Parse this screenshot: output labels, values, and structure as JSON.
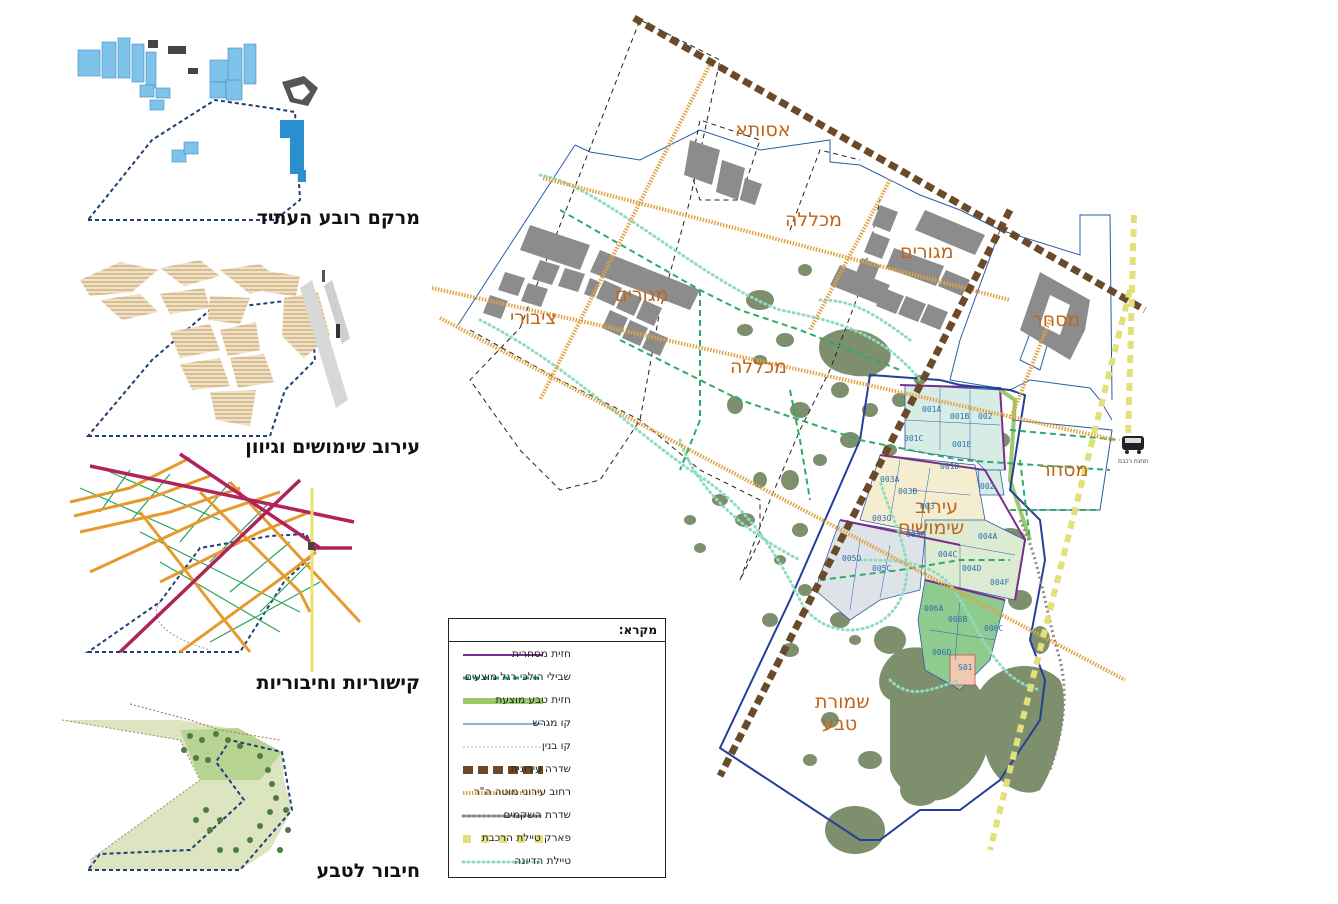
{
  "panels": [
    {
      "caption": "מרקם רובע העתיד"
    },
    {
      "caption": "עירוב שימושים וגיוון"
    },
    {
      "caption": "קישוריות וחיבוריות"
    },
    {
      "caption": "חיבור לטבע"
    }
  ],
  "map": {
    "zones": {
      "asuta": "אסותא",
      "college_north": "מכללה",
      "residential_north": "מגורים",
      "residential_west": "מגורים",
      "public": "ציבורי",
      "college_south": "מכללה",
      "commerce_north": "מסחר",
      "commerce_east": "מסחר",
      "mixed_use_line1": "עירוב",
      "mixed_use_line2": "שימושים",
      "nature_reserve_line1": "שמורת",
      "nature_reserve_line2": "טבע"
    },
    "plots": [
      "001A",
      "001B",
      "002",
      "001C",
      "001E",
      "001D",
      "002",
      "003A",
      "003B",
      "003",
      "003G",
      "003F",
      "004A",
      "004C",
      "004D",
      "004F",
      "005D",
      "005C",
      "006A",
      "006B",
      "006C",
      "006D",
      "S01"
    ],
    "station_label": "תחנת רכבת",
    "station_icon": "train-icon"
  },
  "legend": {
    "title": "מקרא:",
    "items": [
      {
        "label": "חזית מסחרית",
        "color": "#7b2d8e",
        "style": "solid"
      },
      {
        "label": "שבילי הולכי רגל מוצעים",
        "color": "#2eaa6a",
        "style": "dashed"
      },
      {
        "label": "חזית טבע מוצעת",
        "color": "#9bc96b",
        "style": "thick"
      },
      {
        "label": "קו מגרש",
        "color": "#2b5fa8",
        "style": "thin"
      },
      {
        "label": "קו בנין",
        "color": "#d9a0a0",
        "style": "dotted-thin"
      },
      {
        "label": "שדרה עירונית",
        "color": "#6b4a2a",
        "style": "big-dash"
      },
      {
        "label": "רחוב עירוני מוטה ה\"ר",
        "color": "#e0a445",
        "style": "tick"
      },
      {
        "label": "שדרת השקמים",
        "color": "#8a8a80",
        "style": "dots"
      },
      {
        "label": "פארק טיילת הרכבת",
        "color": "#e1e07a",
        "style": "squares"
      },
      {
        "label": "טיילת הדיונה",
        "color": "#8fdcc0",
        "style": "dots-light"
      }
    ]
  },
  "colors": {
    "accent_text": "#c0651a",
    "building": "#8c8c8c",
    "future_building": "#6fb4df",
    "nature": "#6f7f60",
    "plot_blue": "#2b5fa8"
  }
}
